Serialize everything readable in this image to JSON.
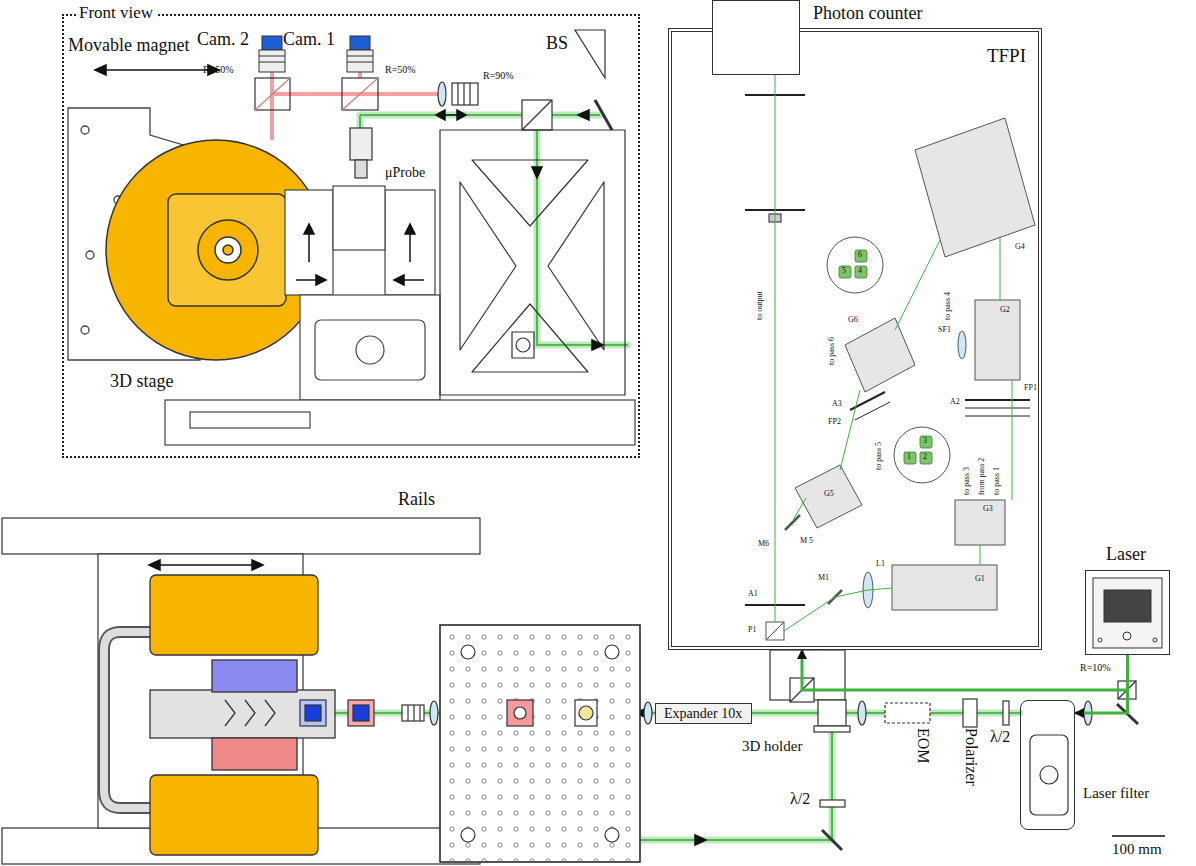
{
  "diagram": {
    "nodes": [
      {
        "text": [
          "Front view"
        ]
      },
      {
        "text": [
          "TFPI"
        ]
      },
      {
        "text": [
          "Photon counter"
        ]
      },
      {
        "text": [
          "Laser"
        ]
      },
      {
        "text": [
          "Laser filter"
        ]
      },
      {
        "text": [
          "Expander 10x"
        ]
      }
    ],
    "edges": [
      {
        "from": 3,
        "to": 1,
        "arrow": "to"
      },
      {
        "from": 3,
        "to": 4,
        "arrow": "to"
      }
    ],
    "labels": [
      "Cam. 2",
      "R=50%",
      "Cam. 1",
      "R=50%",
      "BS",
      "R=90%",
      "Movable magnet",
      "μProbe",
      "3D stage",
      "G4",
      "5",
      "6",
      "4",
      "G6",
      "to pass 6",
      "A3",
      "FP2",
      "G2",
      "SF1",
      "to pass 4",
      "A2",
      "FP1",
      "to pass 5",
      "to output",
      "1",
      "3",
      "2",
      "to pass 3",
      "from pass 2",
      "to pass 1",
      "G5",
      "M6",
      "M",
      "5",
      "G3",
      "G1",
      "M1",
      "L1",
      "A1",
      "P1",
      "R=10%",
      "Rails",
      "λ/2",
      "Polarizer",
      "EOM",
      "3D holder",
      "λ/2",
      "100 mm"
    ]
  }
}
